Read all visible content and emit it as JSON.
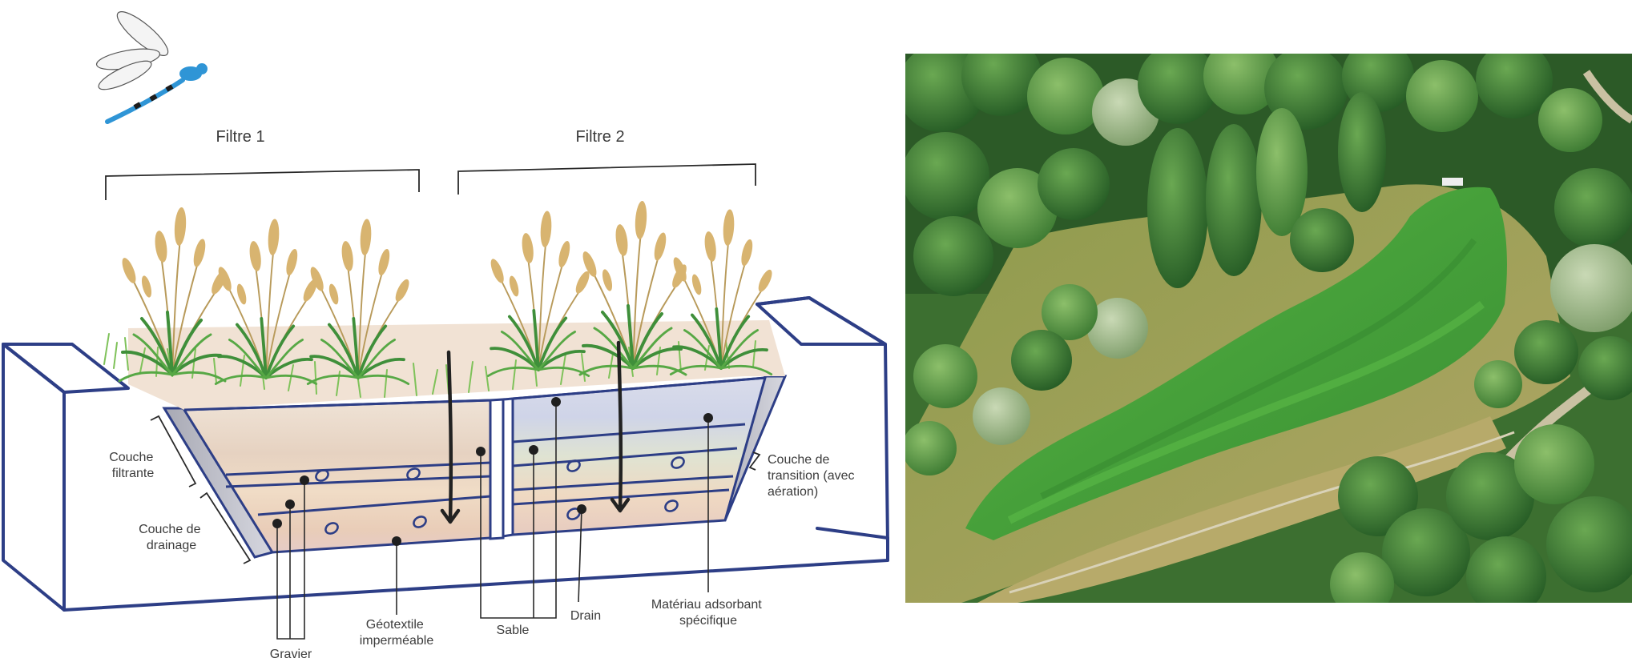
{
  "diagram": {
    "filters": [
      {
        "label": "Filtre 1"
      },
      {
        "label": "Filtre 2"
      }
    ],
    "labels": {
      "couche_filtrante": [
        "Couche",
        "filtrante"
      ],
      "couche_drainage": [
        "Couche de",
        "drainage"
      ],
      "couche_transition": [
        "Couche de",
        "transition (avec",
        "aération)"
      ],
      "gravier": "Gravier",
      "geotextile": [
        "Géotextile",
        "imperméable"
      ],
      "sable": "Sable",
      "drain": "Drain",
      "materiau": [
        "Matériau adsorbant",
        "spécifique"
      ]
    },
    "icons": {
      "dragonfly": "dragonfly-icon",
      "reed": "reed-plant-icon"
    },
    "colors": {
      "outline": "#2d3e86",
      "reed_green": "#3f8f3a",
      "plume": "#d8b470",
      "soil": "#e8d6c4"
    }
  },
  "photo": {
    "subject": "aerial-photo",
    "colors": {
      "forest": "#2f6b2c",
      "wetland": "#3f9a3a",
      "path": "#c9bf9a",
      "lawn": "#a7a35a"
    }
  }
}
